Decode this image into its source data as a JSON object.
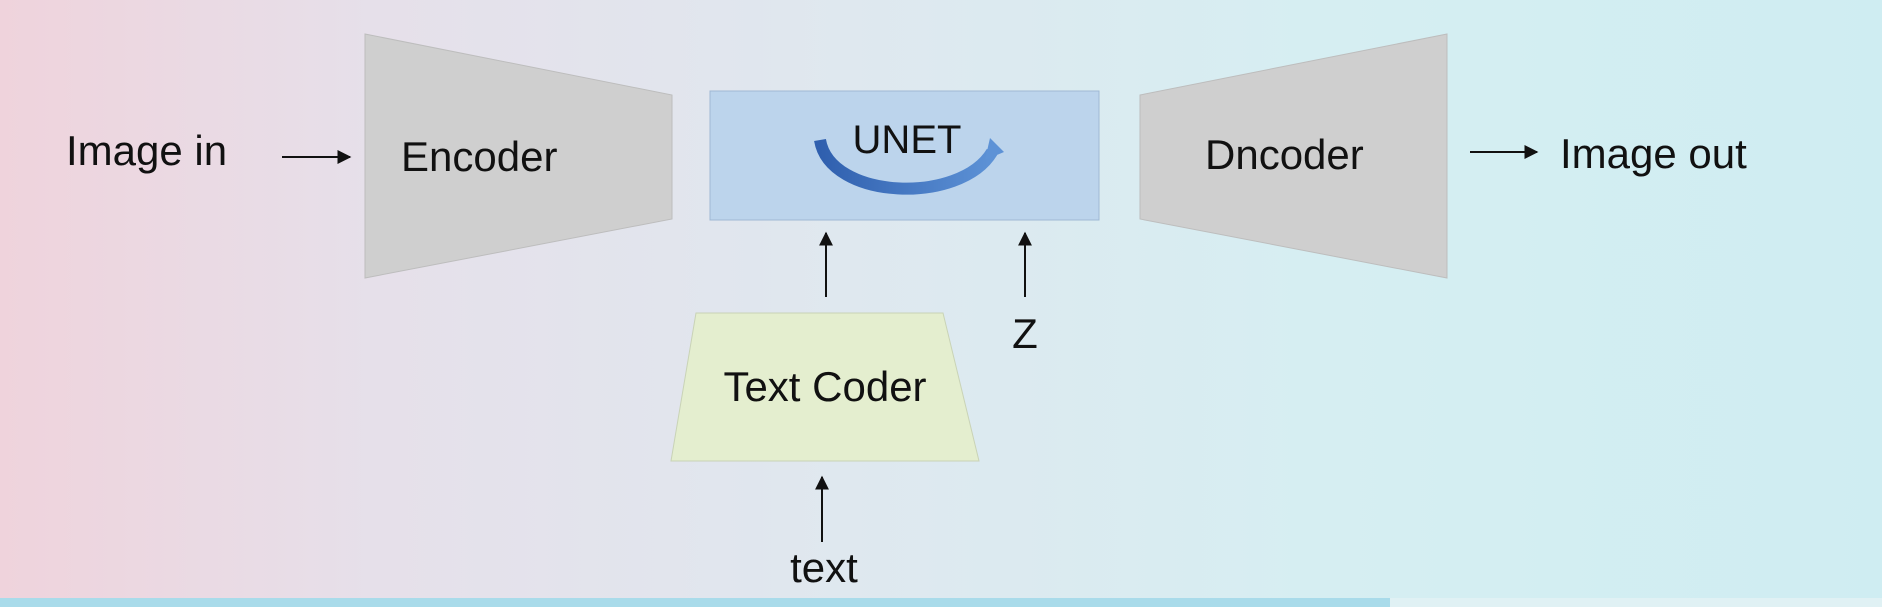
{
  "diagram": {
    "input_label": "Image in",
    "encoder_label": "Encoder",
    "unet_label": "UNET",
    "decoder_label": "Dncoder",
    "output_label": "Image out",
    "text_coder_label": "Text Coder",
    "z_label": "Z",
    "text_label": "text"
  },
  "colors": {
    "coder_fill": "#cfcfcf",
    "unet_fill": "#bcd4ec",
    "unet_arrow": "#3f6fb8",
    "text_coder_fill": "#e4eecf"
  }
}
